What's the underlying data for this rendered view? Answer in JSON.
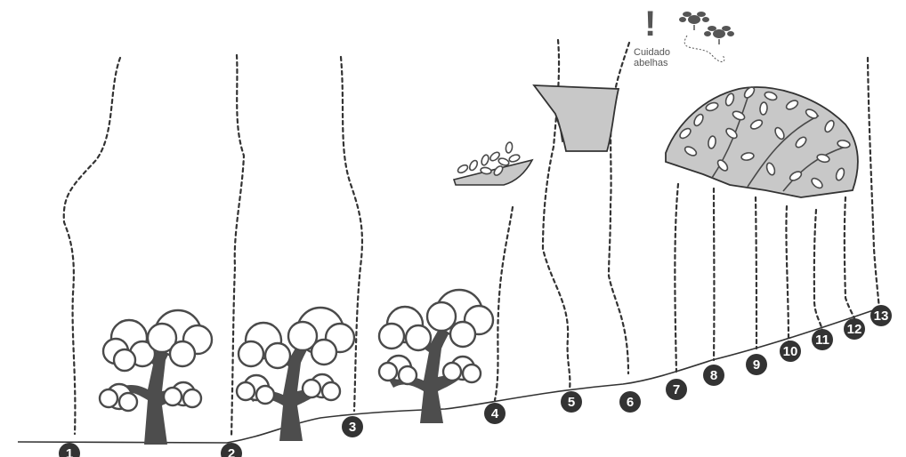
{
  "warning": {
    "symbol": "!",
    "text_line1": "Cuidado",
    "text_line2": "abelhas",
    "icon": "bee-icon"
  },
  "markers": [
    {
      "label": "1"
    },
    {
      "label": "2"
    },
    {
      "label": "3"
    },
    {
      "label": "4"
    },
    {
      "label": "5"
    },
    {
      "label": "6"
    },
    {
      "label": "7"
    },
    {
      "label": "8"
    },
    {
      "label": "9"
    },
    {
      "label": "10"
    },
    {
      "label": "11"
    },
    {
      "label": "12"
    },
    {
      "label": "13"
    }
  ],
  "colors": {
    "marker_fill": "#333333",
    "ground_line": "#333333",
    "trunk": "#4d4d4d",
    "canopy_fill": "#c8c8c8",
    "warning": "#555555"
  }
}
